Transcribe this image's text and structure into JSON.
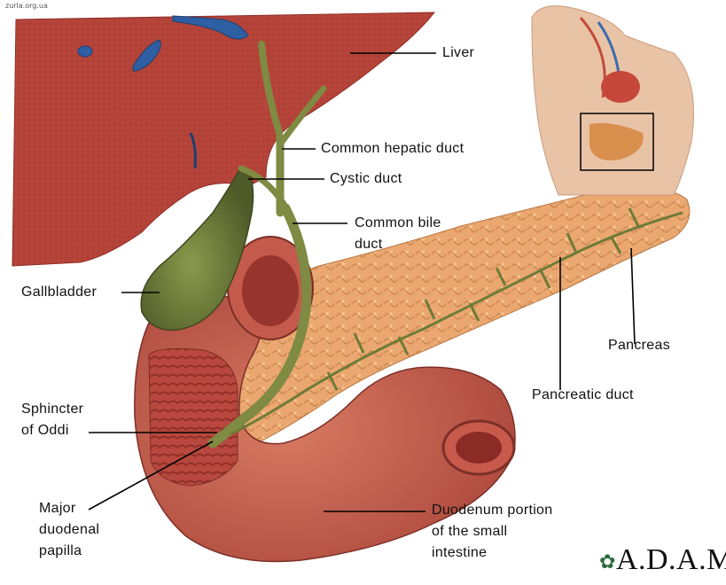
{
  "watermark": "zurla.org.ua",
  "brand": "A.D.A.M.",
  "labels": {
    "liver": "Liver",
    "common_hepatic_duct": "Common hepatic duct",
    "cystic_duct": "Cystic duct",
    "common_bile_duct": [
      "Common bile",
      "duct"
    ],
    "gallbladder": "Gallbladder",
    "pancreas": "Pancreas",
    "pancreatic_duct": "Pancreatic duct",
    "sphincter_of_oddi": [
      "Sphincter",
      "of Oddi"
    ],
    "major_duodenal_papilla": [
      "Major",
      "duodenal",
      "papilla"
    ],
    "duodenum": [
      "Duodenum portion",
      "of the small",
      "intestine"
    ]
  },
  "colors": {
    "liver": "#b8453a",
    "gallbladder": "#6b7a3a",
    "pancreas": "#e9a56c",
    "duodenum": "#c8614f",
    "duct": "#7f8a43",
    "vessel": "#2f5fa3"
  }
}
